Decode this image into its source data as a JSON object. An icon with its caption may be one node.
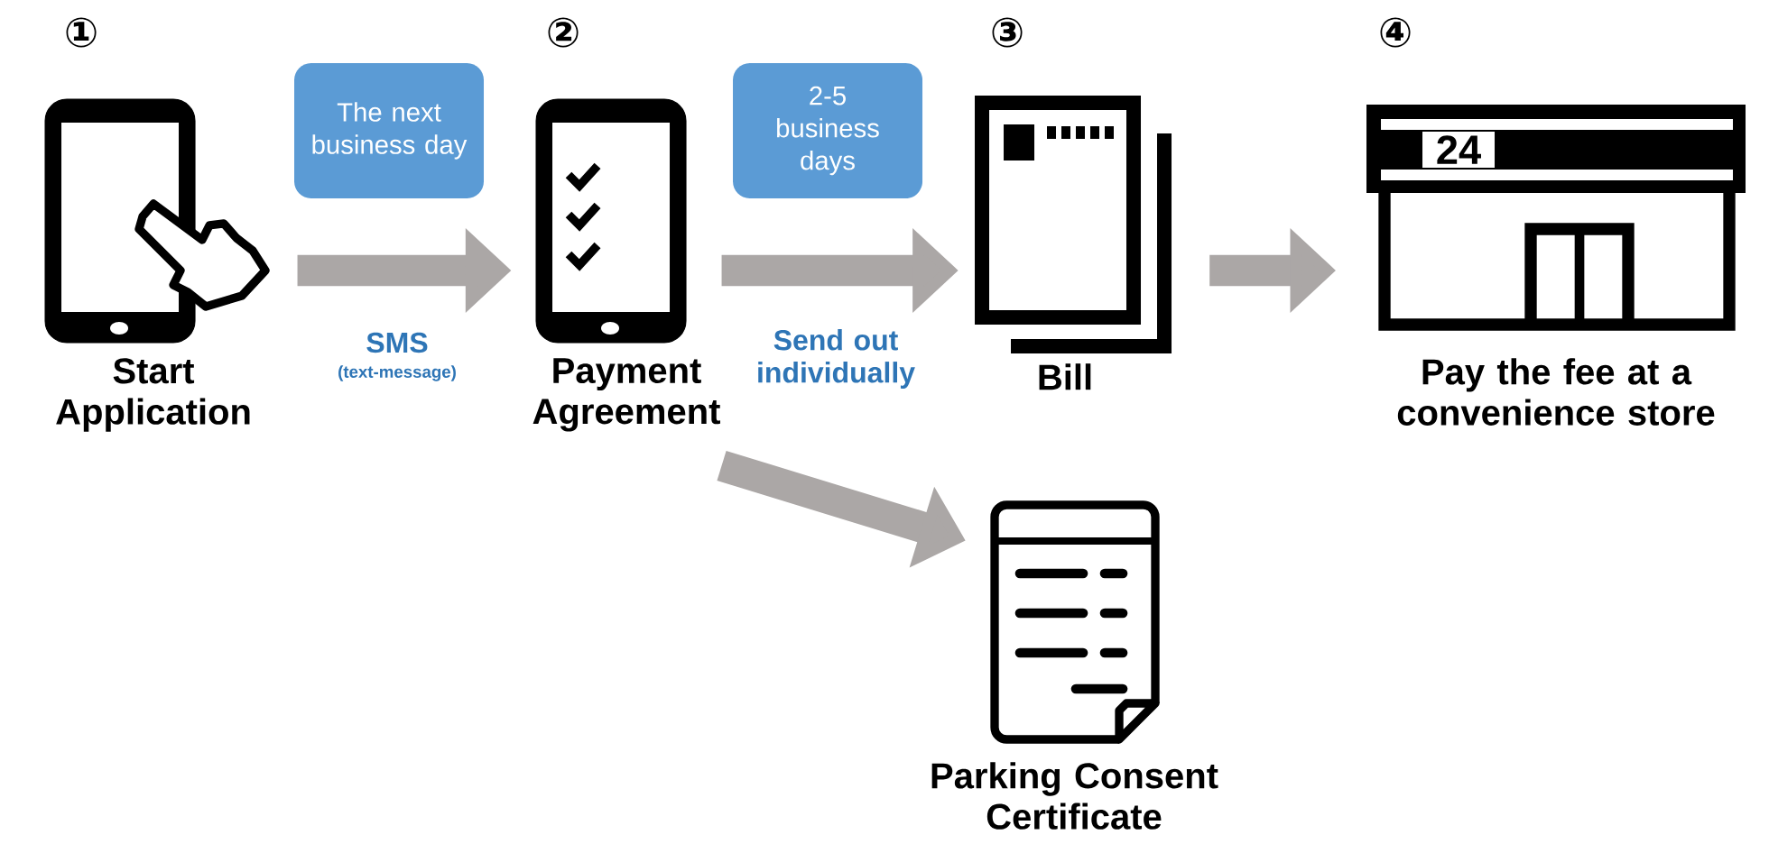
{
  "diagram": {
    "nodes": [
      {
        "text": [
          "Start Application"
        ],
        "beside": [
          "①"
        ]
      },
      {
        "text": [
          "Payment Agreement"
        ],
        "beside": [
          "②"
        ]
      },
      {
        "text": [
          "Bill"
        ],
        "beside": [
          "③"
        ]
      },
      {
        "text": [
          "Pay the fee at a convenience store"
        ],
        "beside": [
          "④"
        ]
      },
      {
        "text": [
          "Parking Consent Certificate"
        ]
      },
      {
        "text": [
          "The next business day"
        ]
      },
      {
        "text": [
          "2-5 business days"
        ]
      }
    ],
    "edges": [
      {
        "from": 0,
        "to": 1,
        "arrow": "to",
        "label": "SMS"
      },
      {
        "from": 1,
        "to": 2,
        "arrow": "to",
        "label": "Send out individually"
      },
      {
        "from": 2,
        "to": 3,
        "arrow": "to"
      },
      {
        "from": 1,
        "to": 4,
        "arrow": "to"
      }
    ],
    "labels": [
      "(text-message)",
      "24"
    ]
  }
}
